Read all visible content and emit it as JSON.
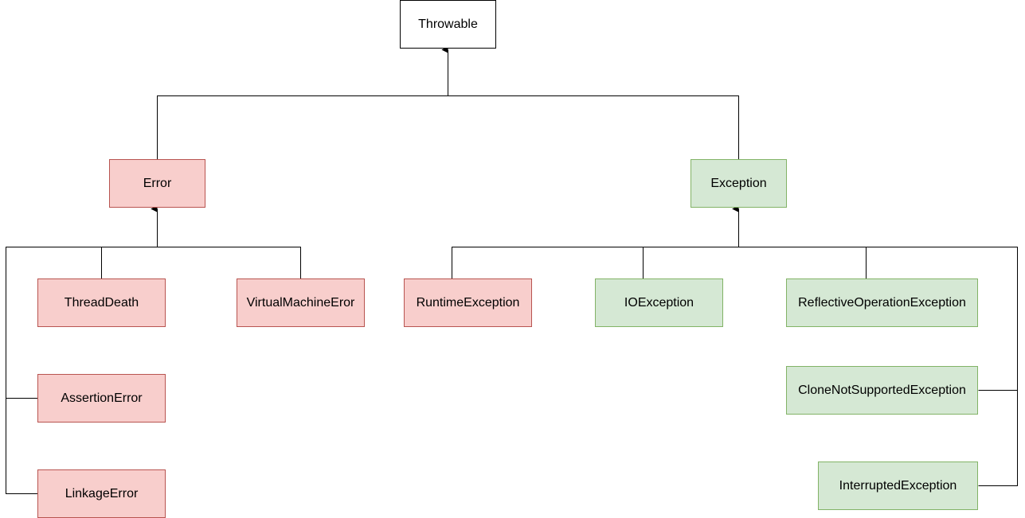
{
  "colors": {
    "neutral_fill": "#ffffff",
    "neutral_stroke": "#000000",
    "error_fill": "#f8cecc",
    "error_stroke": "#b85450",
    "ok_fill": "#d5e8d4",
    "ok_stroke": "#82b366",
    "connector": "#000000"
  },
  "nodes": {
    "throwable": {
      "label": "Throwable",
      "style": "neutral"
    },
    "error": {
      "label": "Error",
      "style": "error"
    },
    "exception": {
      "label": "Exception",
      "style": "ok"
    },
    "thread_death": {
      "label": "ThreadDeath",
      "style": "error"
    },
    "virtual_machine_error": {
      "label": "VirtualMachineEror",
      "style": "error"
    },
    "assertion_error": {
      "label": "AssertionError",
      "style": "error"
    },
    "linkage_error": {
      "label": "LinkageError",
      "style": "error"
    },
    "runtime_exception": {
      "label": "RuntimeException",
      "style": "error"
    },
    "io_exception": {
      "label": "IOException",
      "style": "ok"
    },
    "reflective_operation_exception": {
      "label": "ReflectiveOperationException",
      "style": "ok"
    },
    "clone_not_supported_exception": {
      "label": "CloneNotSupportedException",
      "style": "ok"
    },
    "interrupted_exception": {
      "label": "InterruptedException",
      "style": "ok"
    }
  },
  "edges": [
    {
      "from": "error",
      "to": "throwable"
    },
    {
      "from": "exception",
      "to": "throwable"
    },
    {
      "from": "thread_death",
      "to": "error"
    },
    {
      "from": "virtual_machine_error",
      "to": "error"
    },
    {
      "from": "assertion_error",
      "to": "error"
    },
    {
      "from": "linkage_error",
      "to": "error"
    },
    {
      "from": "runtime_exception",
      "to": "exception"
    },
    {
      "from": "io_exception",
      "to": "exception"
    },
    {
      "from": "reflective_operation_exception",
      "to": "exception"
    },
    {
      "from": "clone_not_supported_exception",
      "to": "exception"
    },
    {
      "from": "interrupted_exception",
      "to": "exception"
    }
  ]
}
